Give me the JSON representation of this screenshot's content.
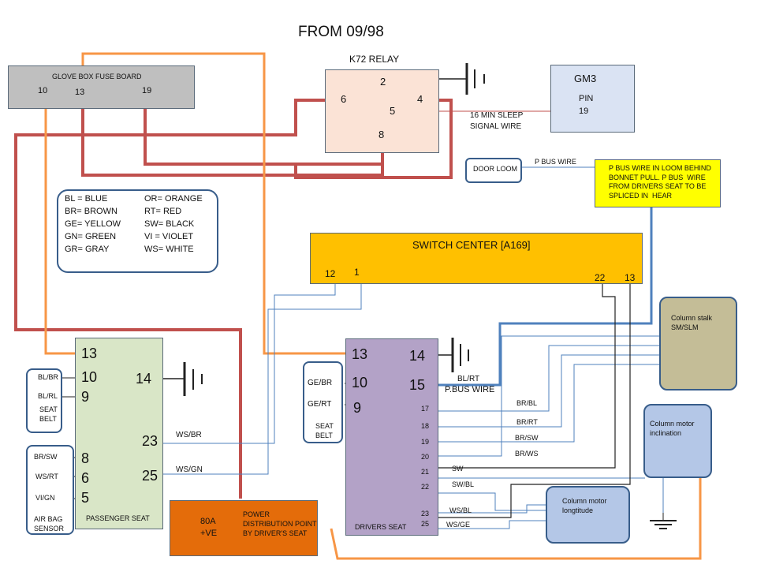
{
  "title": "FROM  09/98",
  "fuse_board": {
    "label": "GLOVE BOX FUSE BOARD",
    "pins": [
      "10",
      "13",
      "19"
    ]
  },
  "relay": {
    "title": "K72 RELAY",
    "pins": [
      "2",
      "6",
      "5",
      "4",
      "8"
    ]
  },
  "gm3": {
    "label": "GM3",
    "pin_label": "PIN",
    "pin": "19"
  },
  "sleep_signal": "16 MIN SLEEP\nSIGNAL WIRE",
  "door_loom": {
    "label": "DOOR LOOM",
    "wire_label": "P BUS WIRE"
  },
  "pbus_note": "P BUS WIRE IN LOOM BEHIND\nBONNET PULL. P BUS  WIRE\nFROM DRIVERS SEAT TO BE\nSPLICED IN  HEAR",
  "legend": {
    "left": [
      "BL = BLUE",
      "BR= BROWN",
      "GE= YELLOW",
      "GN= GREEN",
      "GR= GRAY"
    ],
    "right": [
      "OR= ORANGE",
      "RT= RED",
      "SW= BLACK",
      "VI  = VIOLET",
      "WS= WHITE"
    ]
  },
  "switch_center": {
    "label": "SWITCH CENTER [A169]",
    "pins": [
      "12",
      "1",
      "22",
      "13"
    ]
  },
  "column_stalk": "Column stalk\nSM/SLM",
  "column_incl": "Column motor\ninclination",
  "column_long": "Column motor\nlongtitude",
  "passenger_seat": {
    "label": "PASSENGER SEAT",
    "pins_big": [
      "13",
      "10",
      "9",
      "8",
      "6",
      "5"
    ],
    "pin_14": "14",
    "pin_23": "23",
    "pin_25": "25",
    "wire_23": "WS/BR",
    "wire_25": "WS/GN"
  },
  "seat_belt_left": {
    "wires": [
      "BL/BR",
      "BL/RL"
    ],
    "label": "SEAT\nBELT"
  },
  "airbag": {
    "wires": [
      "BR/SW",
      "WS/RT",
      "VI/GN"
    ],
    "label": "AIR BAG\nSENSOR"
  },
  "power": {
    "amps": "80A\n+VE",
    "text": "POWER\nDISTRIBUTION POINT\nBY DRIVER'S SEAT"
  },
  "drivers_seat": {
    "label": "DRIVERS SEAT",
    "pins_big": [
      "13",
      "14",
      "10",
      "15",
      "9"
    ],
    "pins_small": [
      "17",
      "18",
      "19",
      "20",
      "21",
      "22",
      "23",
      "25"
    ],
    "wire_15": "BL/RT",
    "pbus": "P.BUS WIRE",
    "wires": [
      "BR/BL",
      "BR/RT",
      "BR/SW",
      "BR/WS",
      "SW",
      "SW/BL",
      "WS/BL",
      "WS/GE"
    ]
  },
  "seat_belt_right": {
    "wires": [
      "GE/BR",
      "GE/RT"
    ],
    "label": "SEAT\nBELT"
  },
  "colors": {
    "fuse_board": "#bfbfbf",
    "relay": "#fbe3d6",
    "gm3": "#dae3f3",
    "switch_center": "#ffc000",
    "note": "#ffff00",
    "passenger": "#d9e6c7",
    "drivers": "#b3a2c7",
    "stalk": "#c4bd97",
    "motor": "#b4c7e7",
    "power": "#e46c0a",
    "red_wire": "#c0504d",
    "orange_wire": "#f79646",
    "blue_wire": "#4f81bd"
  }
}
